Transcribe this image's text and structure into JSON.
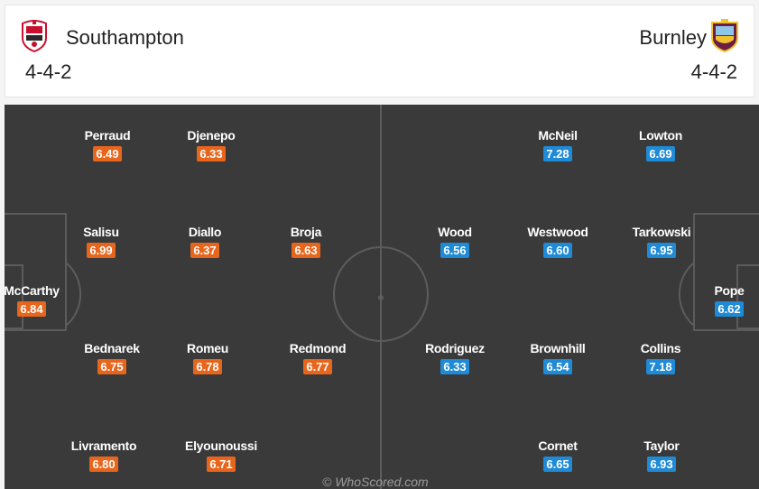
{
  "home": {
    "name": "Southampton",
    "formation": "4-4-2",
    "crest": "southampton-crest-icon",
    "color": "#e8651c",
    "players": [
      {
        "name": "Perraud",
        "rating": "6.49"
      },
      {
        "name": "Djenepo",
        "rating": "6.33"
      },
      {
        "name": "Salisu",
        "rating": "6.99"
      },
      {
        "name": "Diallo",
        "rating": "6.37"
      },
      {
        "name": "Broja",
        "rating": "6.63"
      },
      {
        "name": "McCarthy",
        "rating": "6.84"
      },
      {
        "name": "Bednarek",
        "rating": "6.75"
      },
      {
        "name": "Romeu",
        "rating": "6.78"
      },
      {
        "name": "Redmond",
        "rating": "6.77"
      },
      {
        "name": "Livramento",
        "rating": "6.80"
      },
      {
        "name": "Elyounoussi",
        "rating": "6.71"
      }
    ]
  },
  "away": {
    "name": "Burnley",
    "formation": "4-4-2",
    "crest": "burnley-crest-icon",
    "color": "#1f8ad6",
    "players": [
      {
        "name": "McNeil",
        "rating": "7.28"
      },
      {
        "name": "Lowton",
        "rating": "6.69"
      },
      {
        "name": "Wood",
        "rating": "6.56"
      },
      {
        "name": "Westwood",
        "rating": "6.60"
      },
      {
        "name": "Tarkowski",
        "rating": "6.95"
      },
      {
        "name": "Pope",
        "rating": "6.62"
      },
      {
        "name": "Rodriguez",
        "rating": "6.33"
      },
      {
        "name": "Brownhill",
        "rating": "6.54"
      },
      {
        "name": "Collins",
        "rating": "7.18"
      },
      {
        "name": "Cornet",
        "rating": "6.65"
      },
      {
        "name": "Taylor",
        "rating": "6.93"
      }
    ]
  },
  "watermark": "© WhoScored.com"
}
